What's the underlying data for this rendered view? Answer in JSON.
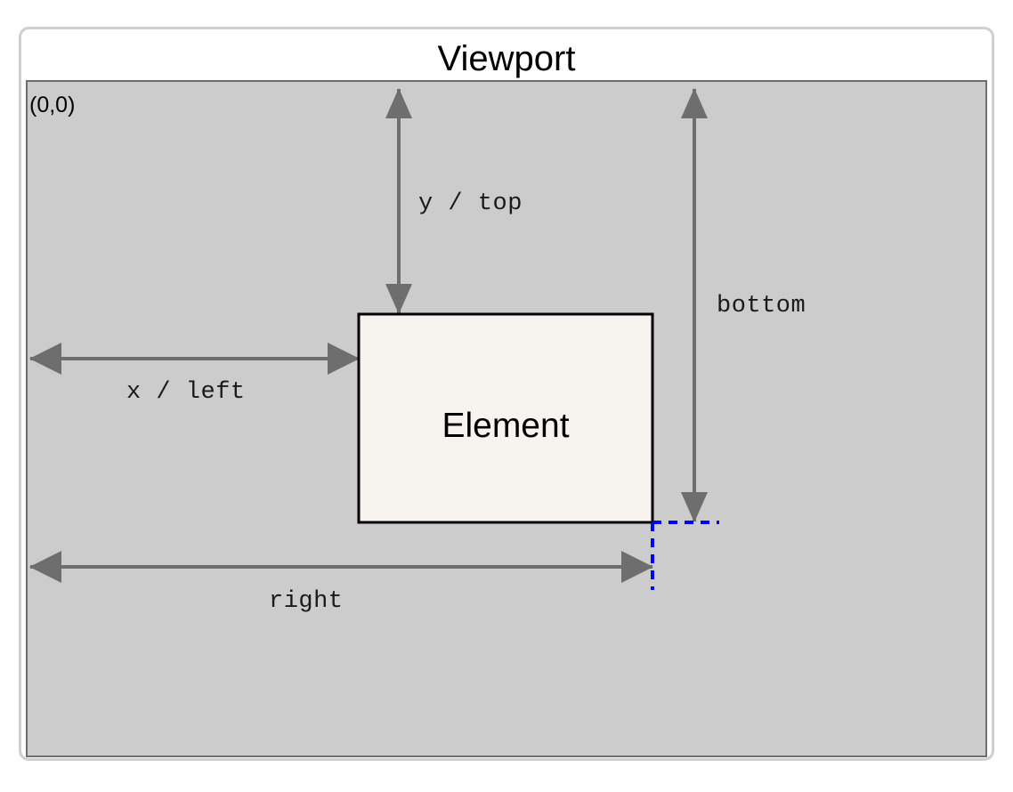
{
  "diagram": {
    "title": "Viewport",
    "origin_label": "(0,0)",
    "element_label": "Element",
    "measurements": [
      {
        "id": "y-top",
        "label": "y / top"
      },
      {
        "id": "bottom",
        "label": "bottom"
      },
      {
        "id": "x-left",
        "label": "x / left"
      },
      {
        "id": "right",
        "label": "right"
      }
    ],
    "colors": {
      "viewport_fill": "#cccccc",
      "viewport_border": "#6e6e6e",
      "outer_border": "#cfcfcf",
      "header_fill": "#ffffff",
      "element_fill": "#f7f4ef",
      "element_border": "#000000",
      "arrow": "#6e6e6e",
      "guide_line": "#0000ff",
      "text": "#000000"
    }
  }
}
